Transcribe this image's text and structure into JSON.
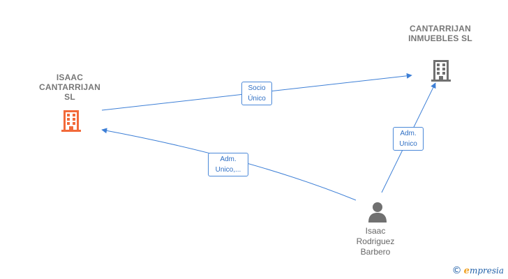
{
  "nodes": {
    "company_1": {
      "label": "ISAAC CANTARRIJAN SL",
      "color": "#f26a3a",
      "icon": "building-icon"
    },
    "company_2": {
      "label": "CANTARRIJAN INMUEBLES SL",
      "color": "#707070",
      "icon": "building-icon"
    },
    "person_1": {
      "label": "Isaac Rodriguez Barbero",
      "color": "#707070",
      "icon": "person-icon"
    }
  },
  "edges": [
    {
      "from": "company_1",
      "to": "company_2",
      "label": "Socio Único"
    },
    {
      "from": "person_1",
      "to": "company_1",
      "label": "Adm. Unico,..."
    },
    {
      "from": "person_1",
      "to": "company_2",
      "label": "Adm. Unico"
    }
  ],
  "colors": {
    "edge": "#3d7fd6"
  },
  "watermark": {
    "copyright": "©",
    "brand_initial": "e",
    "brand_rest": "mpresia"
  }
}
